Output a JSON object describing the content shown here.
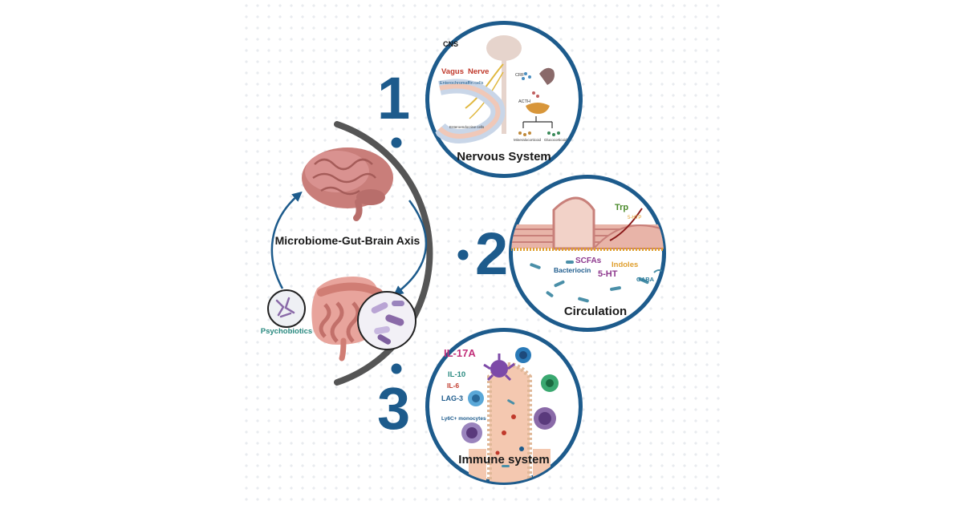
{
  "center": {
    "title": "Microbiome-Gut-Brain Axis",
    "psychobiotics_label": "Psychobiotics"
  },
  "panels": [
    {
      "number": "1",
      "title": "Nervous System",
      "labels": {
        "cns": "CNS",
        "vagus": "Vagus",
        "nerve": "Nerve",
        "enterochromaffin": "Enterochromaffin cells",
        "enteroendocrine": "Enteroendocrine cells",
        "crf": "CRF",
        "acth": "ACTH",
        "mineralocorticoid": "Mineralocorticoid",
        "glucocorticoid": "Glucocorticoid"
      }
    },
    {
      "number": "2",
      "title": "Circulation",
      "labels": {
        "trp": "Trp",
        "htp": "5-HTP",
        "scfas": "SCFAs",
        "indoles": "Indoles",
        "bacteriocin": "Bacteriocin",
        "ht": "5-HT",
        "gaba": "GABA"
      }
    },
    {
      "number": "3",
      "title": "Immune system",
      "labels": {
        "il17a": "IL-17A",
        "il10": "IL-10",
        "il6": "IL-6",
        "lag3": "LAG-3",
        "ly6c": "Ly6C+ monocytes"
      }
    }
  ],
  "colors": {
    "ring_blue": "#1d5b8c",
    "arc_gray": "#555555",
    "vagus_red": "#c0392b",
    "trp_green": "#4a8a2a",
    "htp_orange": "#e0a030",
    "ht_purple": "#8e3a8e",
    "il17a_pink": "#c2307a",
    "il10_teal": "#2a8a80",
    "il6_red": "#c0392b"
  }
}
